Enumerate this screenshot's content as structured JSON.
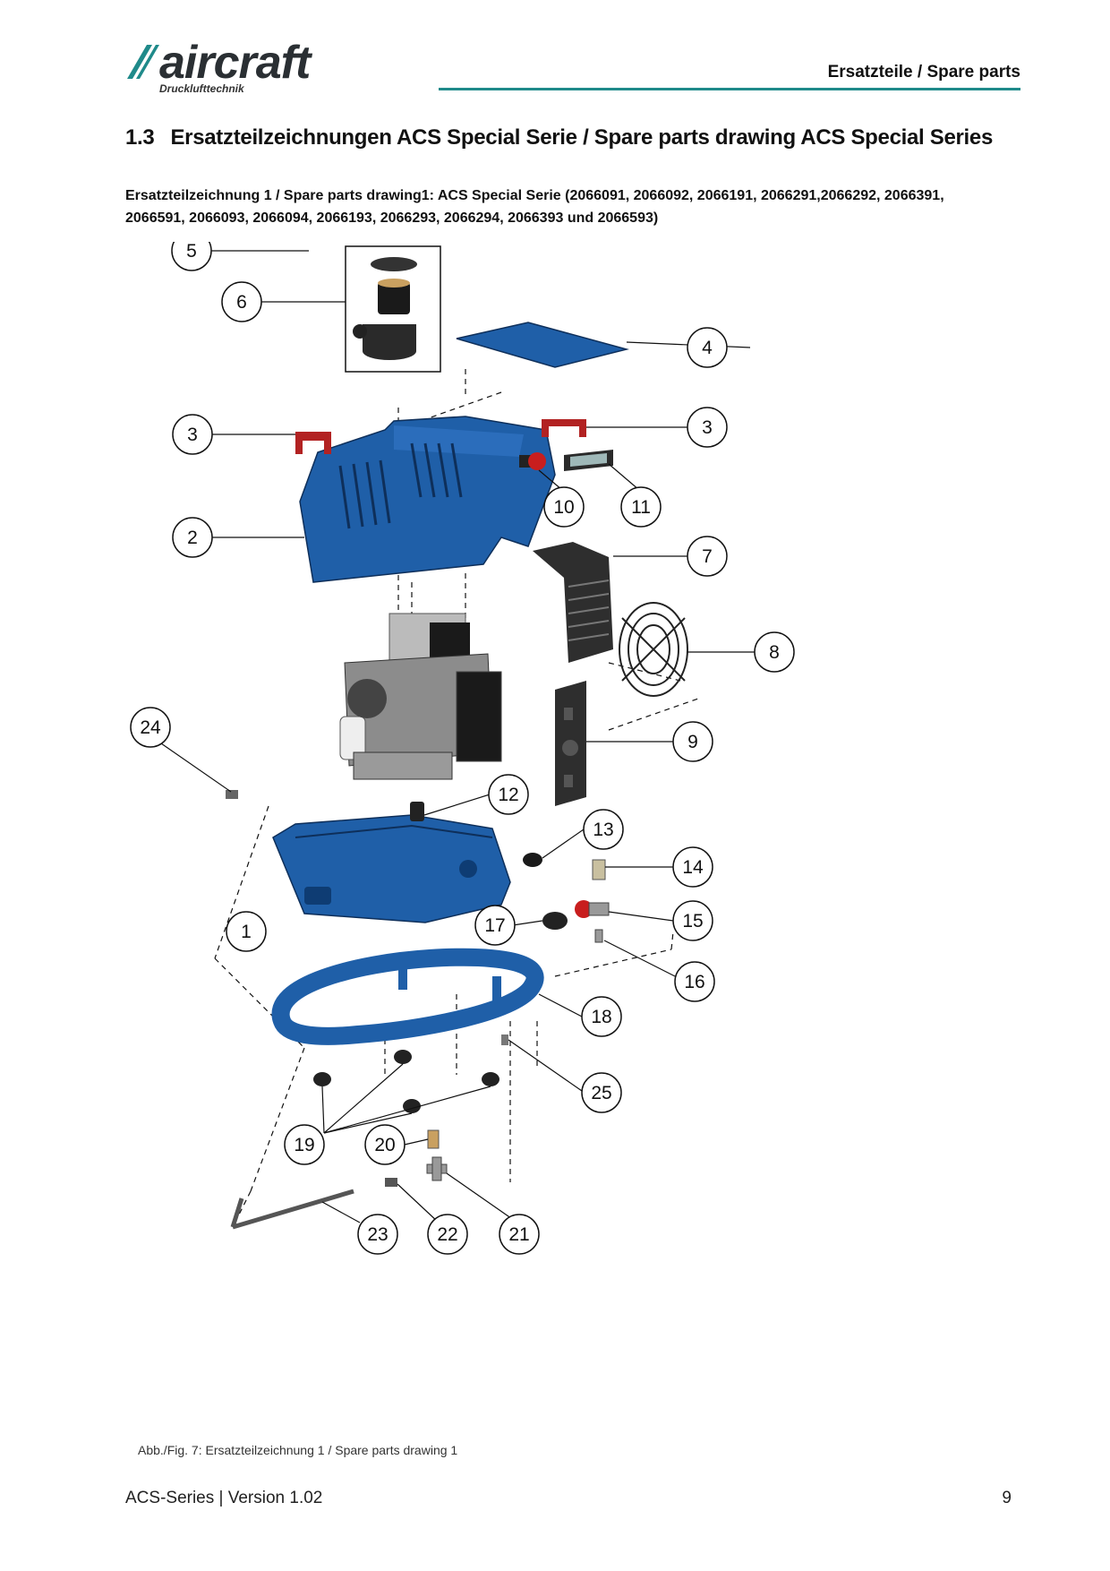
{
  "header": {
    "logo_word": "aircraft",
    "logo_sub": "Drucklufttechnik",
    "section_label": "Ersatzteile / Spare parts",
    "accent_color": "#1f8a8a"
  },
  "heading": {
    "number": "1.3",
    "title": "Ersatzteilzeichnungen ACS Special Serie / Spare parts drawing ACS Special Series"
  },
  "subheading": "Ersatzteilzeichnung 1 / Spare parts drawing1: ACS Special Serie (2066091, 2066092, 2066191, 2066291,2066292, 2066391, 2066591, 2066093, 2066094, 2066193, 2066293, 2066294, 2066393 und 2066593)",
  "callouts": [
    "1",
    "2",
    "3",
    "3",
    "4",
    "5",
    "6",
    "7",
    "8",
    "9",
    "10",
    "11",
    "12",
    "13",
    "14",
    "15",
    "16",
    "17",
    "18",
    "19",
    "20",
    "21",
    "22",
    "23",
    "24",
    "25"
  ],
  "colors": {
    "housing_blue": "#1f5fa8",
    "handle_red": "#b22222",
    "dark_part": "#2b2b2b"
  },
  "caption": "Abb./Fig. 7: Ersatzteilzeichnung 1 / Spare parts drawing 1",
  "footer": {
    "left": "ACS-Series | Version 1.02",
    "page": "9"
  }
}
